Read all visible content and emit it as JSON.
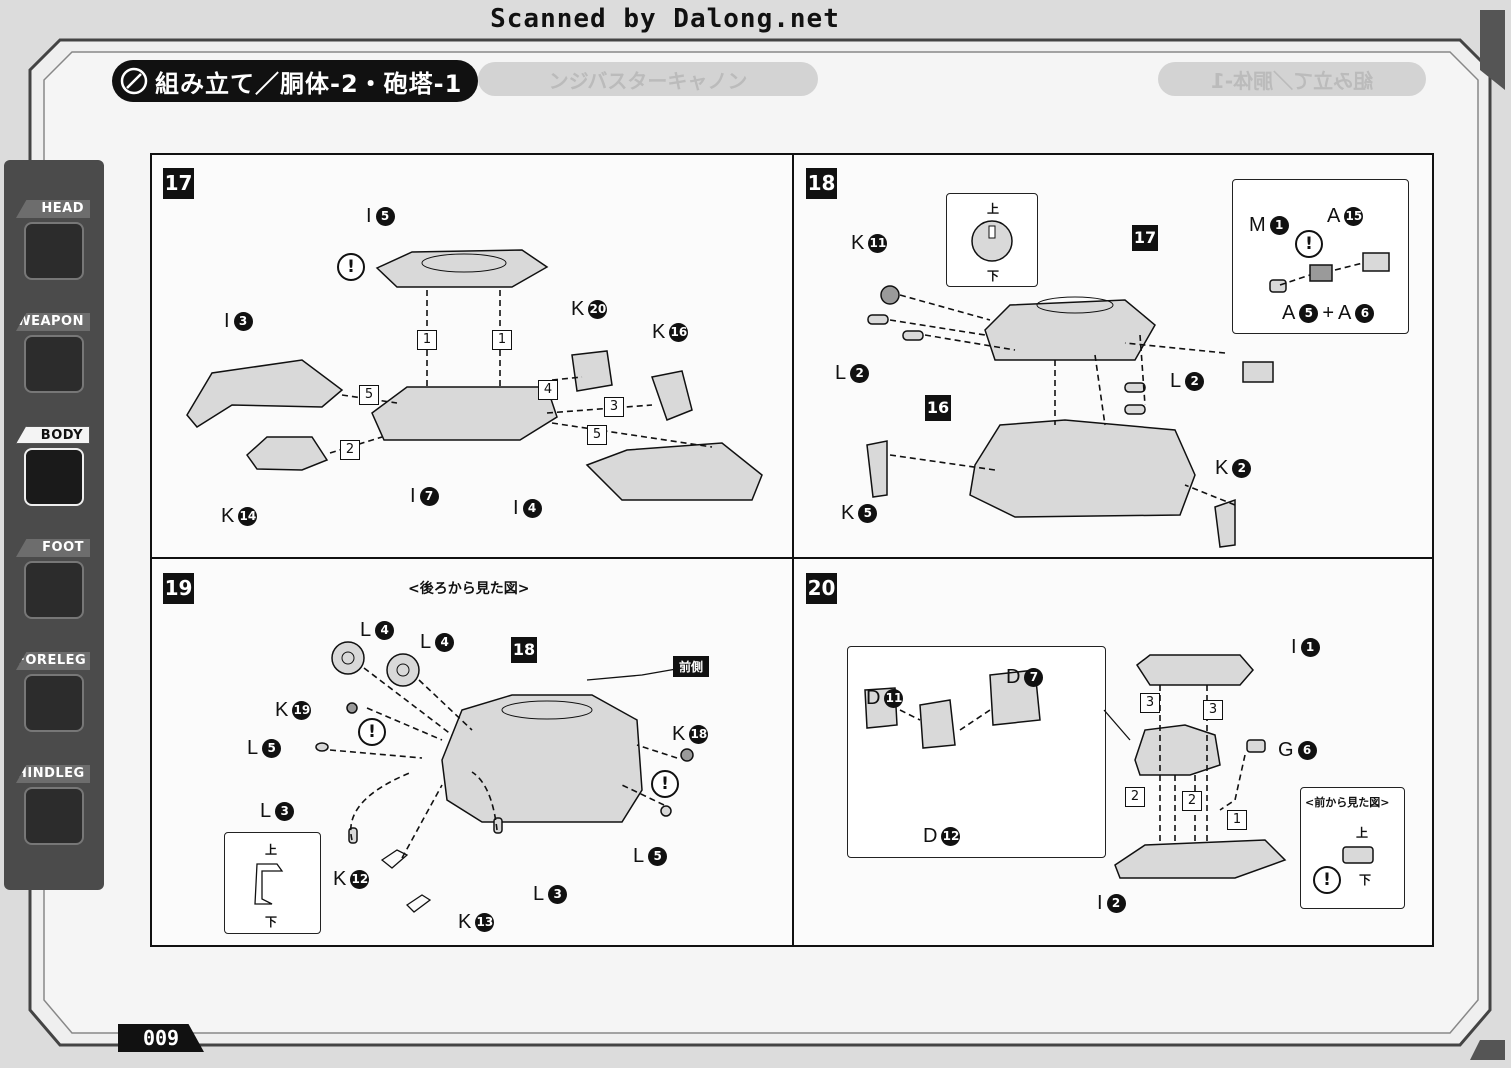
{
  "watermark": "Scanned by Dalong.net",
  "header": {
    "title": "組み立て／胴体-2・砲塔-1",
    "ghost_left": "ンジバスターキャノン",
    "ghost_right": "組み立て／胴体-1"
  },
  "sidebar": [
    "HEAD",
    "WEAPON",
    "BODY",
    "FOOT",
    "FORELEG",
    "HINDLEG"
  ],
  "warning": "!",
  "steps": [
    {
      "number": "17",
      "parts": [
        {
          "letter": "I",
          "num": "5"
        },
        {
          "letter": "I",
          "num": "3"
        },
        {
          "letter": "K",
          "num": "20"
        },
        {
          "letter": "K",
          "num": "16"
        },
        {
          "letter": "I",
          "num": "7"
        },
        {
          "letter": "I",
          "num": "4"
        },
        {
          "letter": "K",
          "num": "14"
        }
      ],
      "order": [
        "1",
        "1",
        "5",
        "4",
        "3",
        "2",
        "5"
      ]
    },
    {
      "number": "18",
      "inset_up": "上",
      "inset_down": "下",
      "refs": [
        "17",
        "16"
      ],
      "parts": [
        {
          "letter": "K",
          "num": "11"
        },
        {
          "letter": "L",
          "num": "2"
        },
        {
          "letter": "L",
          "num": "2"
        },
        {
          "letter": "K",
          "num": "2"
        },
        {
          "letter": "K",
          "num": "5"
        },
        {
          "letter": "M",
          "num": "1"
        },
        {
          "letter": "A",
          "num": "15"
        }
      ],
      "combo": [
        {
          "letter": "A",
          "num": "5"
        },
        {
          "letter": "A",
          "num": "6"
        }
      ],
      "combo_plus": "+"
    },
    {
      "number": "19",
      "caption": "<後ろから見た図>",
      "front_tag": "前側",
      "inset_up": "上",
      "inset_down": "下",
      "refs": [
        "18"
      ],
      "parts": [
        {
          "letter": "L",
          "num": "4"
        },
        {
          "letter": "L",
          "num": "4"
        },
        {
          "letter": "K",
          "num": "19"
        },
        {
          "letter": "L",
          "num": "5"
        },
        {
          "letter": "K",
          "num": "18"
        },
        {
          "letter": "L",
          "num": "3"
        },
        {
          "letter": "L",
          "num": "5"
        },
        {
          "letter": "K",
          "num": "12"
        },
        {
          "letter": "L",
          "num": "3"
        },
        {
          "letter": "K",
          "num": "13"
        }
      ]
    },
    {
      "number": "20",
      "caption": "<前から見た図>",
      "inset_up": "上",
      "inset_down": "下",
      "parts": [
        {
          "letter": "I",
          "num": "1"
        },
        {
          "letter": "D",
          "num": "7"
        },
        {
          "letter": "D",
          "num": "11"
        },
        {
          "letter": "G",
          "num": "6"
        },
        {
          "letter": "D",
          "num": "12"
        },
        {
          "letter": "I",
          "num": "2"
        }
      ],
      "order": [
        "3",
        "3",
        "2",
        "2",
        "1"
      ]
    }
  ],
  "page_number": "009"
}
